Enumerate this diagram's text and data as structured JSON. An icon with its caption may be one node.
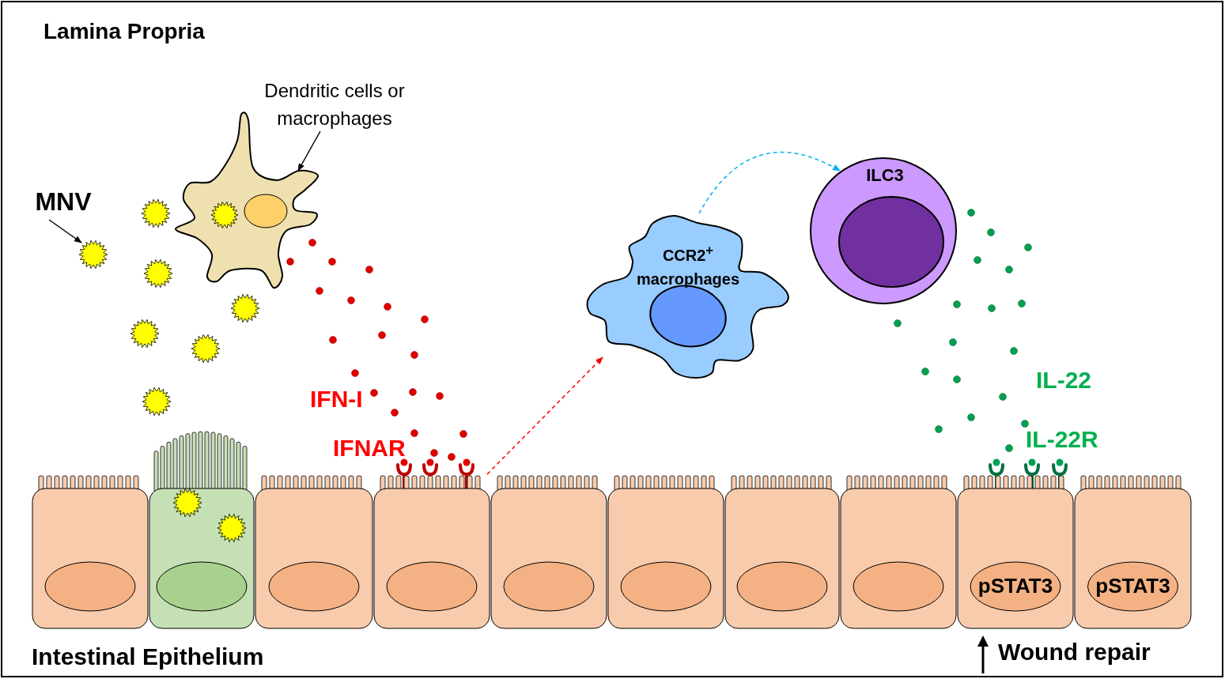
{
  "diagram": {
    "nodes": [
      {
        "text": [
          "Dendritic cells or macrophages"
        ]
      },
      {
        "text": [],
        "shape": "picture"
      },
      {
        "text": [
          "MNV"
        ]
      },
      {
        "text": [],
        "shape": "picture"
      },
      {
        "text": [
          "CCR2$^{+}$ macrophages"
        ]
      },
      {
        "text": [
          "ILC3"
        ]
      },
      {
        "text": [],
        "shape": "box"
      },
      {
        "text": [],
        "shape": "box"
      },
      {
        "text": [],
        "shape": "box"
      },
      {
        "text": [],
        "shape": "box"
      },
      {
        "text": [],
        "shape": "box"
      },
      {
        "text": [],
        "shape": "box"
      },
      {
        "text": [],
        "shape": "box"
      },
      {
        "text": [],
        "shape": "box"
      },
      {
        "text": [
          "pSTAT3"
        ]
      },
      {
        "text": [
          "pSTAT3"
        ]
      }
    ],
    "edges": [
      {
        "from": 0,
        "to": 1,
        "arrow": "to"
      },
      {
        "from": 2,
        "to": 3,
        "arrow": "to"
      },
      {
        "from": 9,
        "to": 4,
        "arrow": "to",
        "style": "dashed",
        "color": "#ff0000"
      },
      {
        "from": 4,
        "to": 5,
        "arrow": "to",
        "style": "dashed",
        "color": "#00b0f0"
      }
    ],
    "labels": [
      "Lamina Propria",
      "IFN-I",
      "IFNAR",
      "IL-22",
      "IL-22R",
      "Intestinal Epithelium",
      "Wound repair"
    ]
  }
}
